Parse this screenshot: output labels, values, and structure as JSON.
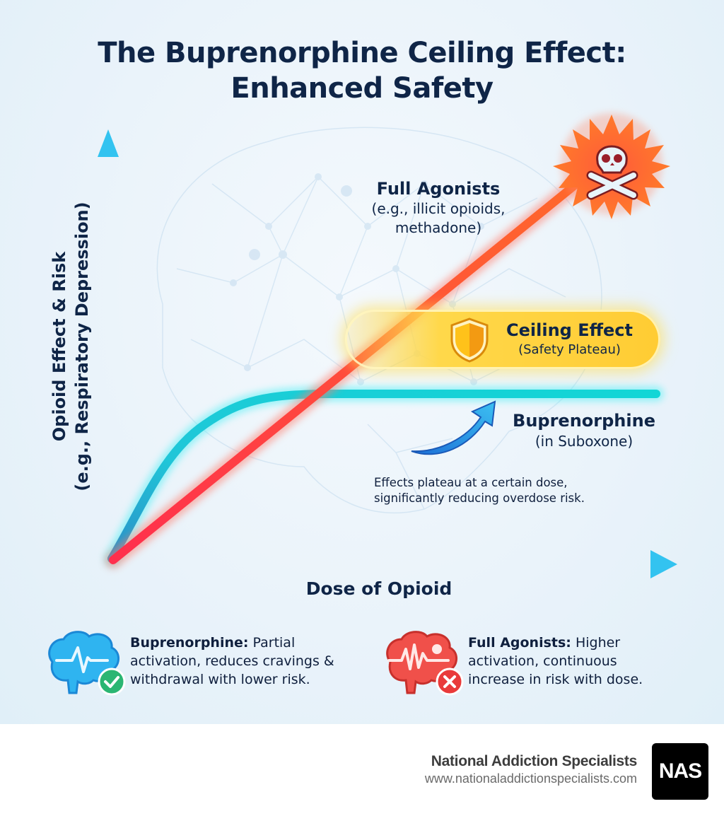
{
  "title": {
    "line1": "The Buprenorphine Ceiling Effect:",
    "line2": "Enhanced Safety"
  },
  "chart_data": {
    "type": "line",
    "title": "The Buprenorphine Ceiling Effect: Enhanced Safety",
    "xlabel": "Dose of Opioid",
    "ylabel": "Opioid Effect & Risk (e.g., Respiratory Depression)",
    "axis_ticks": "none (conceptual/qualitative)",
    "grid": false,
    "x": [
      0,
      1,
      2,
      3,
      4,
      5,
      6,
      7,
      8,
      9,
      10
    ],
    "series": [
      {
        "name": "Full Agonists (e.g., illicit opioids, methadone)",
        "color": "#ff4a3d",
        "shape": "linear, continuously increasing",
        "values": [
          0,
          10,
          20,
          30,
          40,
          50,
          60,
          70,
          80,
          90,
          100
        ]
      },
      {
        "name": "Buprenorphine (in Suboxone)",
        "color": "#1fc9d6",
        "shape": "sigmoid rising then plateau (ceiling)",
        "values": [
          0,
          22,
          35,
          39,
          40,
          40,
          40,
          40,
          40,
          40,
          40
        ]
      }
    ],
    "annotations": [
      "Full Agonists (e.g., illicit opioids, methadone)",
      "Ceiling Effect (Safety Plateau)",
      "Buprenorphine (in Suboxone)",
      "Effects plateau at a certain dose, significantly reducing overdose risk."
    ],
    "legend_position": "below chart"
  },
  "axes": {
    "y_label_line1": "Opioid Effect & Risk",
    "y_label_line2": "(e.g., Respiratory Depression)",
    "x_label": "Dose of Opioid"
  },
  "labels": {
    "full_agonists_title": "Full Agonists",
    "full_agonists_sub1": "(e.g., illicit opioids,",
    "full_agonists_sub2": "methadone)",
    "ceiling_title": "Ceiling Effect",
    "ceiling_sub": "(Safety Plateau)",
    "bup_title": "Buprenorphine",
    "bup_sub": "(in Suboxone)",
    "note_line1": "Effects plateau at a certain dose,",
    "note_line2": "significantly reducing overdose risk."
  },
  "icons": {
    "danger": "skull-crossbones-icon",
    "shield": "shield-icon",
    "arrow": "curved-arrow-icon",
    "bup_brain": "brain-check-icon",
    "full_brain": "brain-x-icon"
  },
  "legend": {
    "bup": {
      "bold": "Buprenorphine:",
      "line1": " Partial",
      "line2": "activation, reduces cravings &",
      "line3": "withdrawal with lower risk."
    },
    "full": {
      "bold": "Full Agonists:",
      "line1": " Higher",
      "line2": "activation, continuous",
      "line3": "increase in risk with dose."
    }
  },
  "colors": {
    "full_agonist": "#ff4a3d",
    "buprenorphine": "#1fc9d6",
    "ceiling": "#ffd23f",
    "axis_start": "#1e4f8f",
    "axis_end": "#33c3f0",
    "title": "#0f2547"
  },
  "footer": {
    "org_name": "National Addiction Specialists",
    "url": "www.nationaladdictionspecialists.com",
    "logo_text": "NAS"
  }
}
